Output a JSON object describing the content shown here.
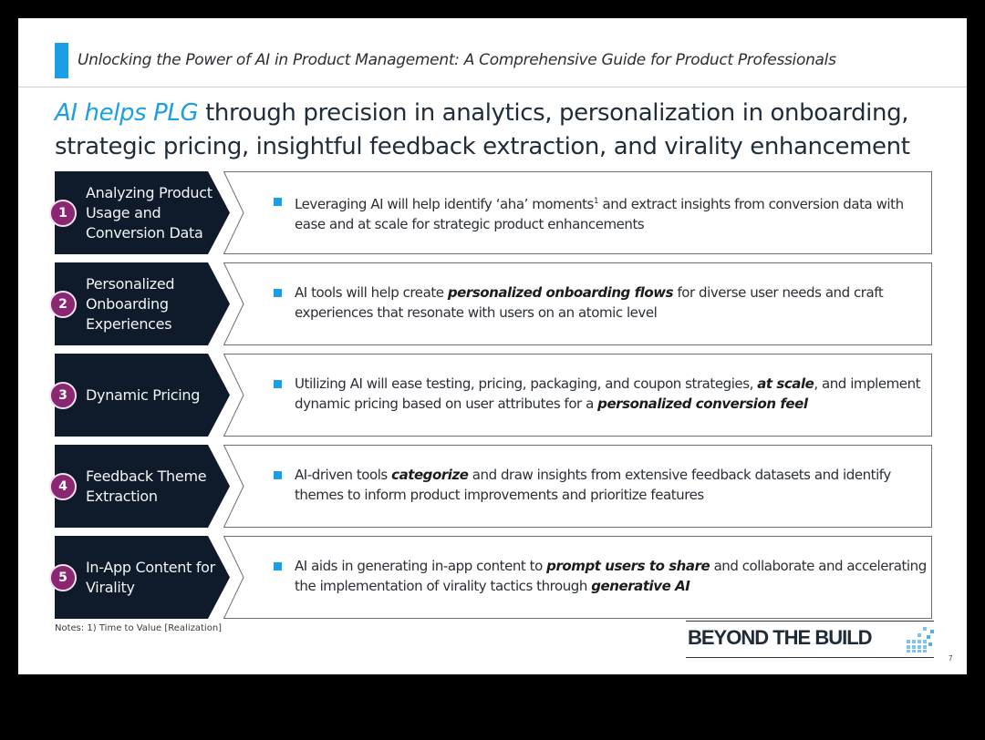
{
  "header": {
    "title": "Unlocking the Power of AI in Product Management: A Comprehensive Guide for Product Professionals"
  },
  "headline": {
    "highlight": "AI helps PLG",
    "rest": " through precision in analytics, personalization in onboarding, strategic pricing, insightful feedback extraction, and virality enhancement"
  },
  "rows": [
    {
      "number": "1",
      "label": "Analyzing Product Usage and Conversion Data",
      "text_parts": [
        {
          "t": "Leveraging AI will help identify ‘aha’ moments",
          "b": false
        },
        {
          "t": "1",
          "sup": true
        },
        {
          "t": " and extract insights from conversion data with ease and at scale for strategic product enhancements",
          "b": false
        }
      ]
    },
    {
      "number": "2",
      "label": "Personalized Onboarding Experiences",
      "text_parts": [
        {
          "t": "AI tools  will help create ",
          "b": false
        },
        {
          "t": "personalized onboarding flows",
          "b": true
        },
        {
          "t": " for diverse user needs and craft experiences that resonate with users on an atomic level",
          "b": false
        }
      ]
    },
    {
      "number": "3",
      "label": "Dynamic Pricing",
      "text_parts": [
        {
          "t": "Utilizing AI will ease testing, pricing, packaging, and coupon strategies, ",
          "b": false
        },
        {
          "t": "at scale",
          "b": true
        },
        {
          "t": ", and implement dynamic pricing based on user attributes for a ",
          "b": false
        },
        {
          "t": "personalized conversion feel",
          "b": true
        }
      ]
    },
    {
      "number": "4",
      "label": "Feedback Theme Extraction",
      "text_parts": [
        {
          "t": "AI-driven tools  ",
          "b": false
        },
        {
          "t": "categorize",
          "b": true
        },
        {
          "t": " and draw insights from extensive feedback datasets and identify themes to  inform product improvements and prioritize features",
          "b": false
        }
      ]
    },
    {
      "number": "5",
      "label": "In-App Content for Virality",
      "text_parts": [
        {
          "t": "AI aids in generating in-app content to  ",
          "b": false
        },
        {
          "t": "prompt users to share",
          "b": true
        },
        {
          "t": " and collaborate and accelerating the implementation of virality  tactics  through ",
          "b": false
        },
        {
          "t": "generative AI",
          "b": true
        }
      ]
    }
  ],
  "footer": {
    "notes": "Notes: 1) Time to Value [Realization]",
    "logo": "BEYOND THE BUILD",
    "page_number": "7"
  },
  "colors": {
    "accent": "#1a9fe6",
    "chevron": "#0f1b2a",
    "number_badge": "#8b2673",
    "text": "#2a2f36"
  }
}
